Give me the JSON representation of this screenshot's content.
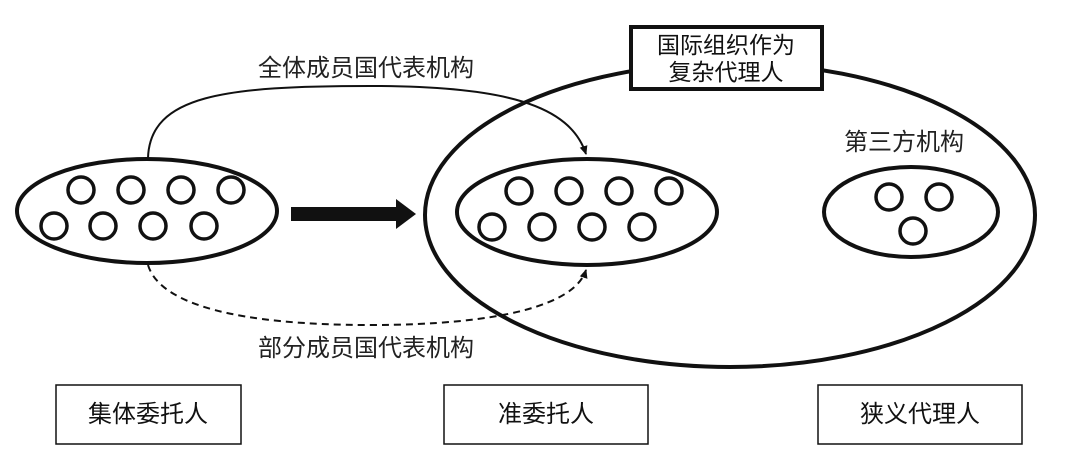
{
  "labels": {
    "top_arrow": "全体成员国代表机构",
    "bottom_arrow": "部分成员国代表机构",
    "third_party": "第三方机构",
    "title_line1": "国际组织作为",
    "title_line2": "复杂代理人"
  },
  "bottom_boxes": {
    "collective_principal": "集体委托人",
    "quasi_principal": "准委托人",
    "narrow_agent": "狭义代理人"
  }
}
